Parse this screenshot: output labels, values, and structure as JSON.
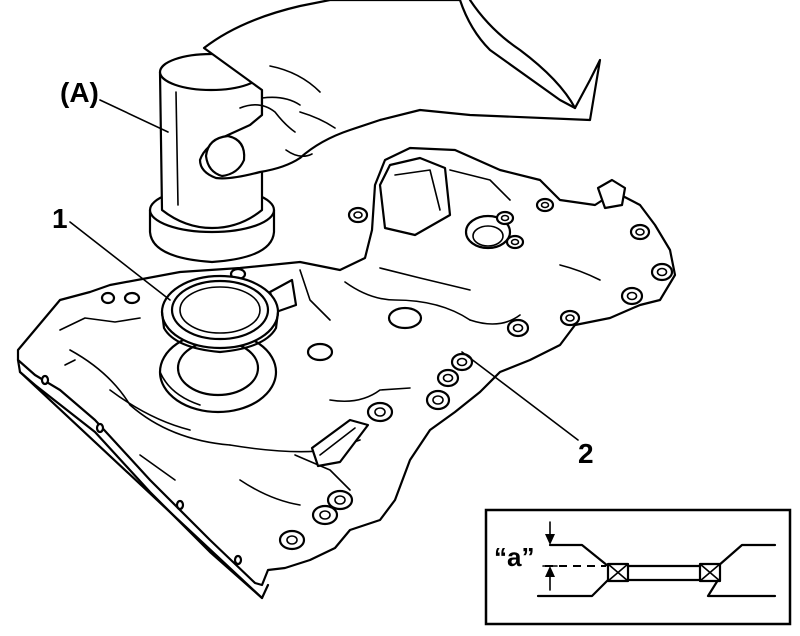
{
  "labels": {
    "tool": "(A)",
    "seal": "1",
    "cover": "2",
    "dimension": "“a”"
  },
  "icons": {
    "tool": "seal-installer-tool-icon",
    "hand": "hand-icon",
    "cover": "timing-chain-cover-icon",
    "seal": "oil-seal-icon",
    "detail": "seal-depth-detail-icon"
  }
}
